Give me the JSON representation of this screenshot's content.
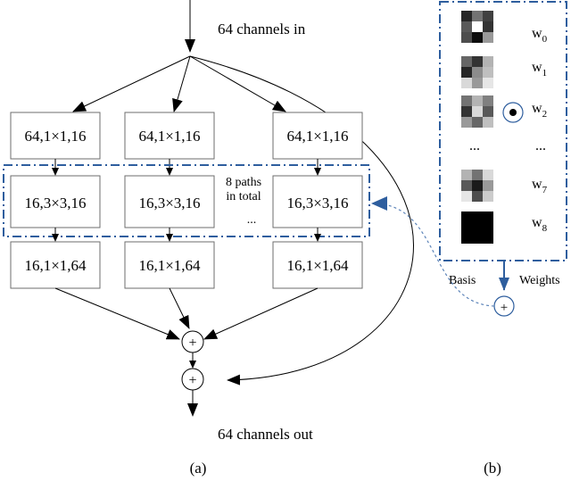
{
  "panel_a": {
    "input_label": "64 channels in",
    "output_label": "64 channels out",
    "caption": "(a)",
    "row1_boxes": [
      "64,1×1,16",
      "64,1×1,16",
      "64,1×1,16"
    ],
    "row2_boxes": [
      "16,3×3,16",
      "16,3×3,16",
      "16,3×3,16"
    ],
    "row3_boxes": [
      "16,1×1,64",
      "16,1×1,64",
      "16,1×1,64"
    ],
    "paths_note_line1": "8 paths",
    "paths_note_line2": "in total",
    "ellipsis": "...",
    "sum_symbol": "+"
  },
  "panel_b": {
    "caption": "(b)",
    "weight_labels": [
      "w",
      "w",
      "w",
      "w",
      "w"
    ],
    "weight_subscripts": [
      "0",
      "1",
      "2",
      "7",
      "8"
    ],
    "ellipsis_left": "...",
    "ellipsis_right": "...",
    "basis_label": "Basis",
    "weights_label": "Weights",
    "dot_symbol": "•",
    "sum_symbol": "+"
  },
  "colors": {
    "accent_blue": "#2e5e9e",
    "dotted_blue": "#5b83b8",
    "box_border": "#6e6e6e"
  },
  "basis_patches": [
    [
      [
        0.15,
        0.45,
        0.25
      ],
      [
        0.35,
        1.0,
        0.2
      ],
      [
        0.3,
        0.05,
        0.6
      ]
    ],
    [
      [
        0.4,
        0.2,
        0.7
      ],
      [
        0.15,
        0.55,
        0.75
      ],
      [
        0.85,
        0.6,
        0.9
      ]
    ],
    [
      [
        0.45,
        0.7,
        0.5
      ],
      [
        0.2,
        0.85,
        0.35
      ],
      [
        0.6,
        0.4,
        0.75
      ]
    ],
    [
      [
        0.7,
        0.45,
        0.85
      ],
      [
        0.35,
        0.1,
        0.6
      ],
      [
        0.9,
        0.3,
        0.8
      ]
    ],
    [
      [
        0,
        0,
        0
      ],
      [
        0,
        0,
        0
      ],
      [
        0,
        0,
        0
      ]
    ]
  ]
}
